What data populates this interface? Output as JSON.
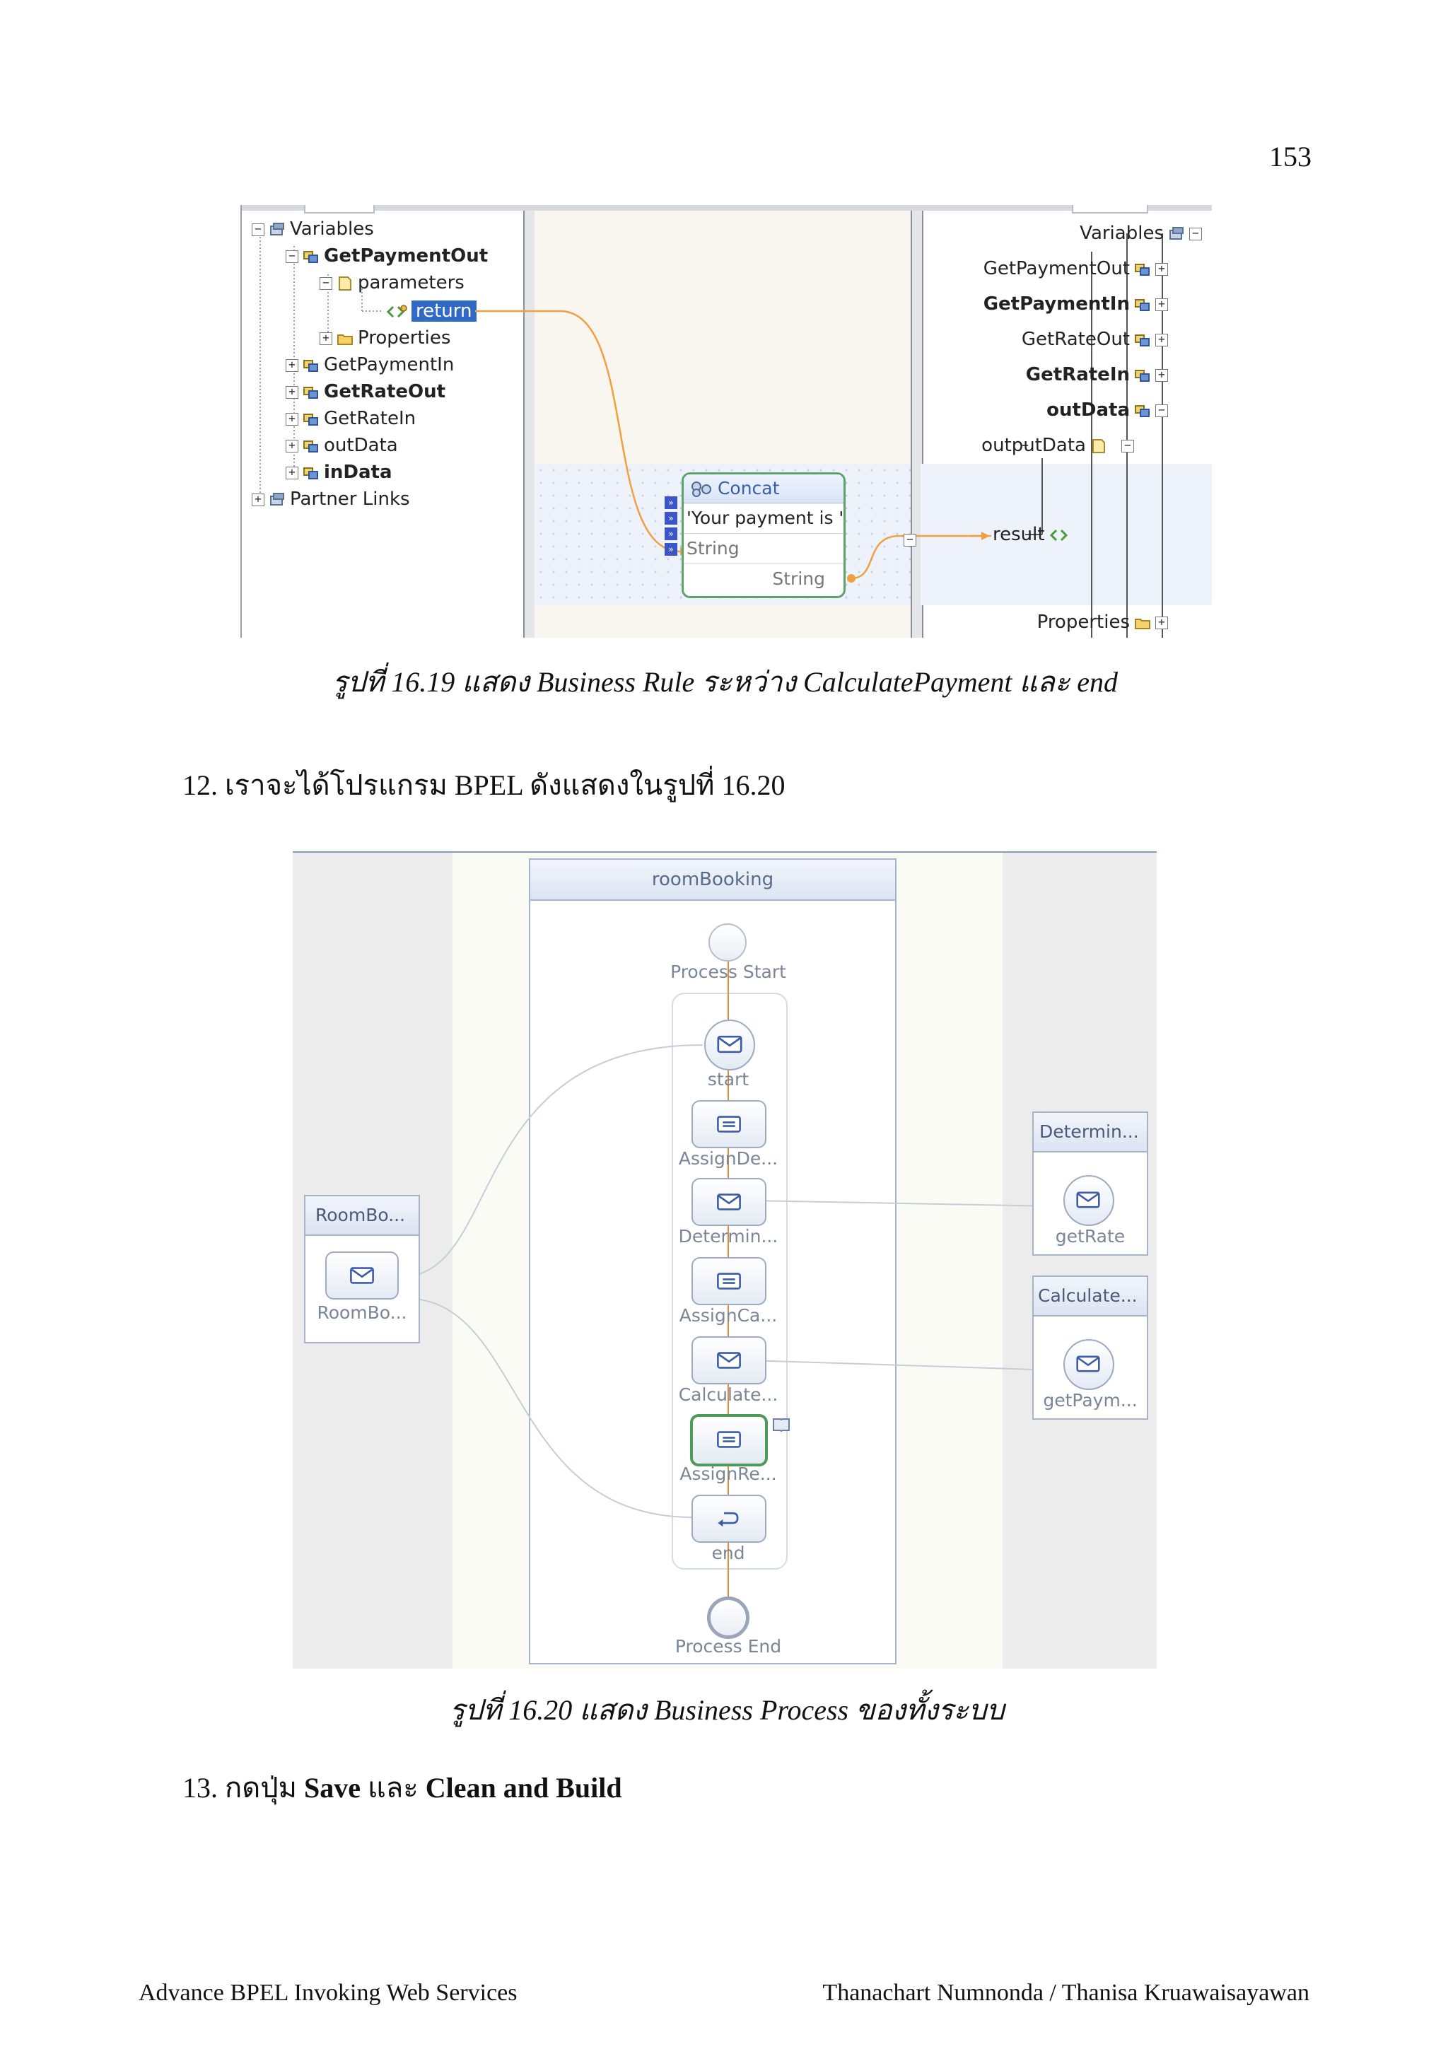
{
  "page_number": "153",
  "figure1": {
    "tree": {
      "variables": "Variables",
      "get_payment_out": "GetPaymentOut",
      "parameters": "parameters",
      "return": "return",
      "properties": "Properties",
      "get_payment_in": "GetPaymentIn",
      "get_rate_out": "GetRateOut",
      "get_rate_in": "GetRateIn",
      "out_data": "outData",
      "in_data": "inData",
      "partner_links": "Partner Links"
    },
    "concat": {
      "title": "Concat",
      "arg1": "'Your payment is '",
      "arg2": "String",
      "output": "String"
    },
    "right_tree": {
      "variables": "Variables",
      "get_payment_out": "GetPaymentOut",
      "get_payment_in": "GetPaymentIn",
      "get_rate_out": "GetRateOut",
      "get_rate_in": "GetRateIn",
      "out_data": "outData",
      "output_data": "outputData",
      "result": "result",
      "properties": "Properties"
    },
    "caption": "รูปที่ 16.19 แสดง Business Rule ระหว่าง CalculatePayment  และ  end"
  },
  "step12": "12. เราจะได้โปรแกรม BPEL ดังแสดงในรูปที่ 16.20",
  "figure2": {
    "process_title": "roomBooking",
    "process_start": "Process Start",
    "process_end": "Process End",
    "activities": [
      "start",
      "AssignDe...",
      "Determin...",
      "AssignCa...",
      "Calculate...",
      "AssignRe...",
      "end"
    ],
    "left_partner": {
      "title": "RoomBo...",
      "operation": "RoomBo..."
    },
    "right_partners": [
      {
        "title": "Determin...",
        "operation": "getRate"
      },
      {
        "title": "Calculate...",
        "operation": "getPaym..."
      }
    ],
    "caption": "รูปที่ 16.20  แสดง Business Process ของทั้งระบบ"
  },
  "step13": {
    "prefix": "13. กดปุ่ม ",
    "save": "Save",
    "and": " และ ",
    "clean_build": "Clean and Build"
  },
  "footer": {
    "left": "Advance BPEL Invoking Web Services",
    "right": "Thanachart Numnonda / Thanisa Kruawaisayawan"
  }
}
